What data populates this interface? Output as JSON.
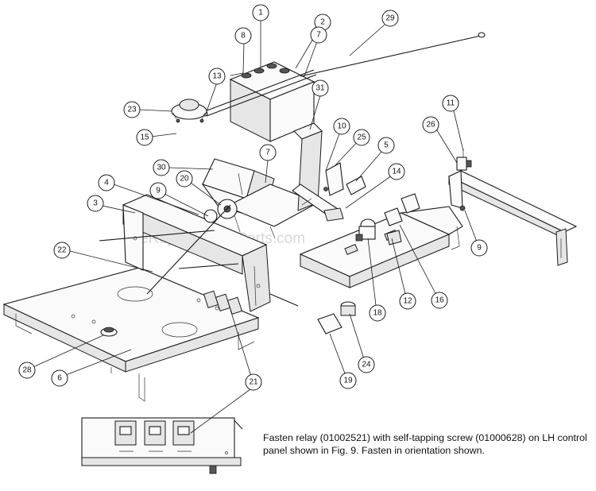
{
  "diagram": {
    "note": "Fasten relay (01002521) with self-tapping screw (01000628) on LH control panel shown in Fig. 9. Fasten in orientation shown.",
    "watermark": "eReplacementParts.com",
    "callouts": [
      {
        "label": "1"
      },
      {
        "label": "2"
      },
      {
        "label": "29"
      },
      {
        "label": "8"
      },
      {
        "label": "7"
      },
      {
        "label": "13"
      },
      {
        "label": "31"
      },
      {
        "label": "23"
      },
      {
        "label": "11"
      },
      {
        "label": "26"
      },
      {
        "label": "15"
      },
      {
        "label": "10"
      },
      {
        "label": "25"
      },
      {
        "label": "5"
      },
      {
        "label": "7"
      },
      {
        "label": "30"
      },
      {
        "label": "14"
      },
      {
        "label": "20"
      },
      {
        "label": "4"
      },
      {
        "label": "9"
      },
      {
        "label": "3"
      },
      {
        "label": "9"
      },
      {
        "label": "22"
      },
      {
        "label": "18"
      },
      {
        "label": "12"
      },
      {
        "label": "16"
      },
      {
        "label": "24"
      },
      {
        "label": "28"
      },
      {
        "label": "6"
      },
      {
        "label": "19"
      },
      {
        "label": "21"
      }
    ]
  }
}
